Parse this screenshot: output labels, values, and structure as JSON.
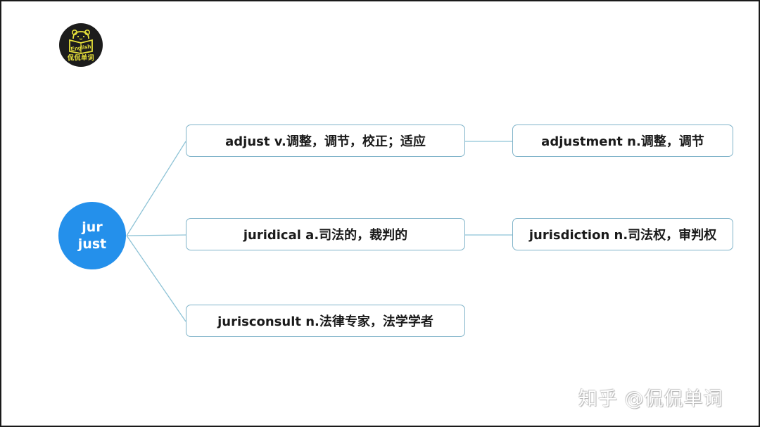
{
  "logo": {
    "icon": "bear-reading-book-icon",
    "book_text": "English",
    "caption": "侃侃单词",
    "background": "#1c1c1c",
    "accent": "#e8e23a"
  },
  "mindmap": {
    "root": {
      "lines": [
        "jur",
        "just"
      ],
      "color": "#2490eb"
    },
    "branches": [
      {
        "label": "adjust v.调整，调节，校正；适应",
        "children": [
          {
            "label": "adjustment n.调整，调节"
          }
        ]
      },
      {
        "label": "juridical a.司法的，裁判的",
        "children": [
          {
            "label": "jurisdiction n.司法权，审判权"
          }
        ]
      },
      {
        "label": "jurisconsult n.法律专家，法学学者",
        "children": []
      }
    ],
    "connector_color": "#8ec3d6",
    "node_border_color": "#7fb3c9"
  },
  "watermark": {
    "text": "知乎 @侃侃单词"
  }
}
